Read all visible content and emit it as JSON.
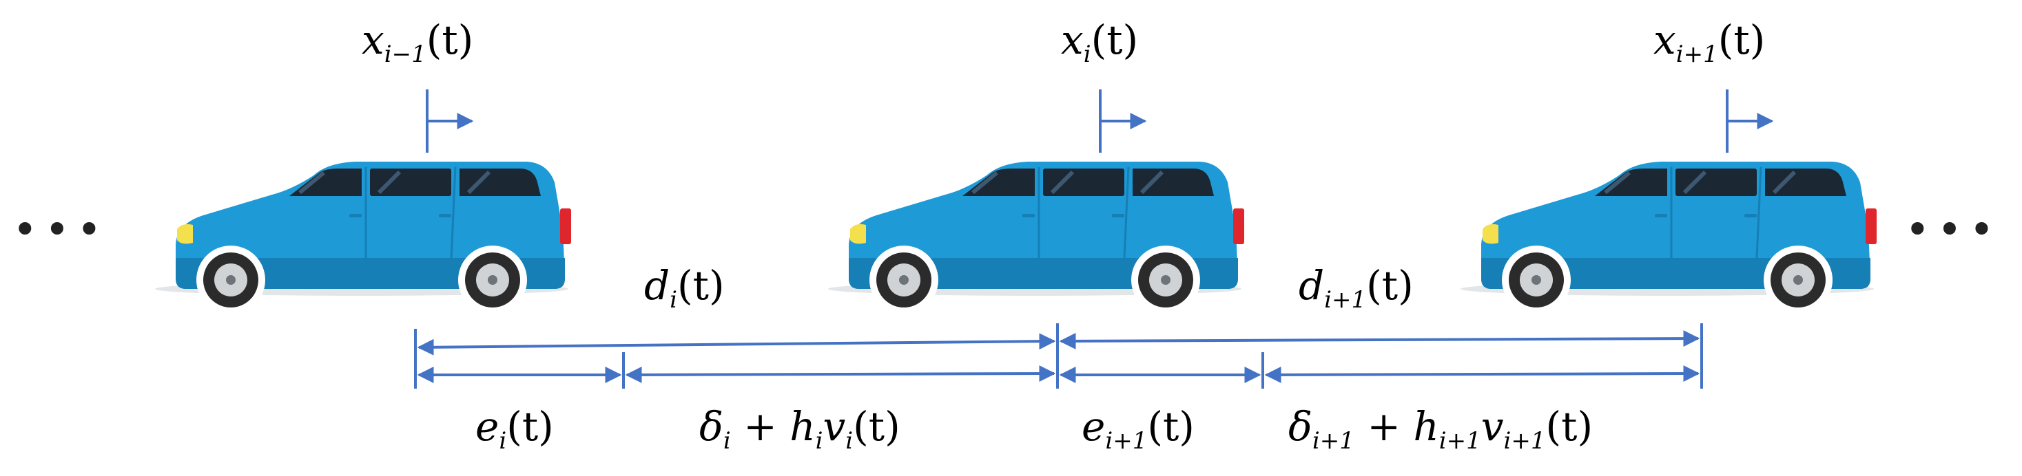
{
  "labels": {
    "x_prev": {
      "base": "x",
      "sub": "i−1",
      "arg": "(t)"
    },
    "x_cur": {
      "base": "x",
      "sub": "i",
      "arg": "(t)"
    },
    "x_next": {
      "base": "x",
      "sub": "i+1",
      "arg": "(t)"
    },
    "d_i": {
      "base": "d",
      "sub": "i",
      "arg": "(t)"
    },
    "d_next": {
      "base": "d",
      "sub": "i+1",
      "arg": "(t)"
    },
    "e_i": {
      "base": "e",
      "sub": "i",
      "arg": "(t)"
    },
    "e_next": {
      "base": "e",
      "sub": "i+1",
      "arg": "(t)"
    },
    "gap_i": {
      "delta": "δ",
      "dsub": "i",
      "plus": " + ",
      "h": "h",
      "hsub": "i",
      "v": "v",
      "vsub": "i",
      "arg": "(t)"
    },
    "gap_next": {
      "delta": "δ",
      "dsub": "i+1",
      "plus": " + ",
      "h": "h",
      "hsub": "i+1",
      "v": "v",
      "vsub": "i+1",
      "arg": "(t)"
    }
  },
  "ellipsis_left": "•••",
  "ellipsis_right": "•••",
  "colors": {
    "arrow": "#4472C4",
    "car_body": "#1E9AD6",
    "car_dark": "#157FB6",
    "window": "#1B2733",
    "wheel": "#2B2B2B",
    "rim": "#CFD3D6",
    "headlight": "#F4E04D",
    "taillight": "#E0262D",
    "roofrack": "#BFC5CA",
    "shadow": "#E3E6E8"
  }
}
